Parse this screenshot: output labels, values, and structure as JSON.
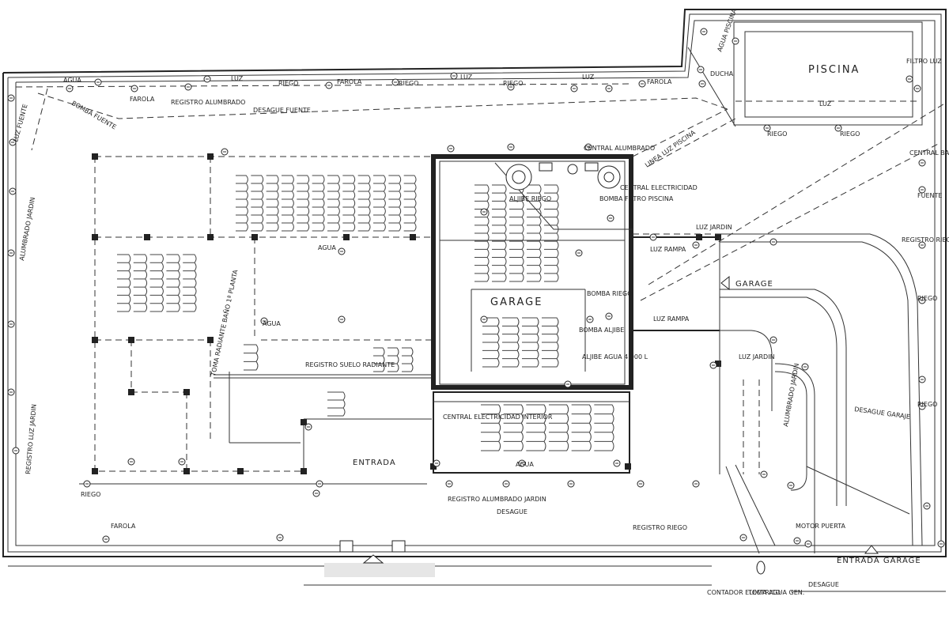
{
  "labels": {
    "piscina": "PISCINA",
    "garage_title": "GARAGE",
    "garage_arrow": "GARAGE",
    "entrada": "ENTRADA",
    "entrada_garage": "ENTRADA GARAGE",
    "desague_fuente": "DESAGUE FUENTE",
    "desague_garage": "DESAGUE GARAJE",
    "desague_1": "DESAGUE",
    "desague_2": "DESAGUE",
    "luz_1": "LUZ",
    "luz_2": "LUZ",
    "luz_3": "LUZ",
    "luz_pool": "LUZ",
    "riego_1": "RIEGO",
    "riego_2": "RIEGO",
    "riego_3": "RIEGO",
    "riego_4": "RIEGO",
    "riego_5": "RIEGO",
    "riego_6": "RIEGO",
    "riego_7": "RIEGO",
    "riego_8": "RIEGO",
    "farola_1": "FAROLA",
    "farola_2": "FAROLA",
    "farola_3": "FAROLA",
    "farola_4": "FAROLA",
    "agua_1": "AGUA",
    "agua_2": "AGUA",
    "agua_3": "AGUA",
    "agua_4": "AGUA",
    "agua_piscina": "AGUA PISCINA",
    "ducha": "DUCHA",
    "filtro_luz": "FILTRO LUZ",
    "bomba_fuente": "BOMBA FUENTE",
    "registro_alumbrado": "REGISTRO ALUMBRADO",
    "luz_fuente": "LUZ FUENTE",
    "alumbrado_jardin_left": "ALUMBRADO JARDIN",
    "alumbrado_jardin_right": "ALUMBRADO JARDIN",
    "registro_luz_jardin": "REGISTRO LUZ JARDIN",
    "registro_alumbrado_jardin": "REGISTRO ALUMBRADO JARDIN",
    "registro_suelo_radiante": "REGISTRO SUELO RADIANTE",
    "toma_bomba": "TOMA RADIANTE BAÑO 1ª PLANTA",
    "central_alumbrado": "CENTRAL ALUMBRADO",
    "central_electricidad": "CENTRAL ELECTRICIDAD",
    "central_electricidad_interior": "CENTRAL ELECTRICIDAD INTERIOR",
    "central_bar_alumbrado": "CENTRAL BAR ALUMBRADO",
    "linea_luz_piscina": "LINEA LUZ PISCINA",
    "aljibe_riego": "ALJIBE RIEGO",
    "aljibe_agua": "ALJIBE AGUA 4.000 L",
    "bomba_riego": "BOMBA RIEGO",
    "bomba_aljibe": "BOMBA ALJIBE",
    "bomba_filtro_piscina": "BOMBA FILTRO PISCINA",
    "luz_jardin_1": "LUZ JARDIN",
    "luz_jardin_2": "LUZ JARDIN",
    "luz_rampa_1": "LUZ RAMPA",
    "luz_rampa_2": "LUZ RAMPA",
    "registro_riego_1": "REGISTRO RIEGO",
    "registro_riego_2": "REGISTRO RIEGO",
    "motor_puerta": "MOTOR PUERTA",
    "contador_electrico": "CONTADOR ELECTRICO",
    "toma_agua_gen": "TOMA AGUA GEN.",
    "fuente": "FUENTE"
  }
}
